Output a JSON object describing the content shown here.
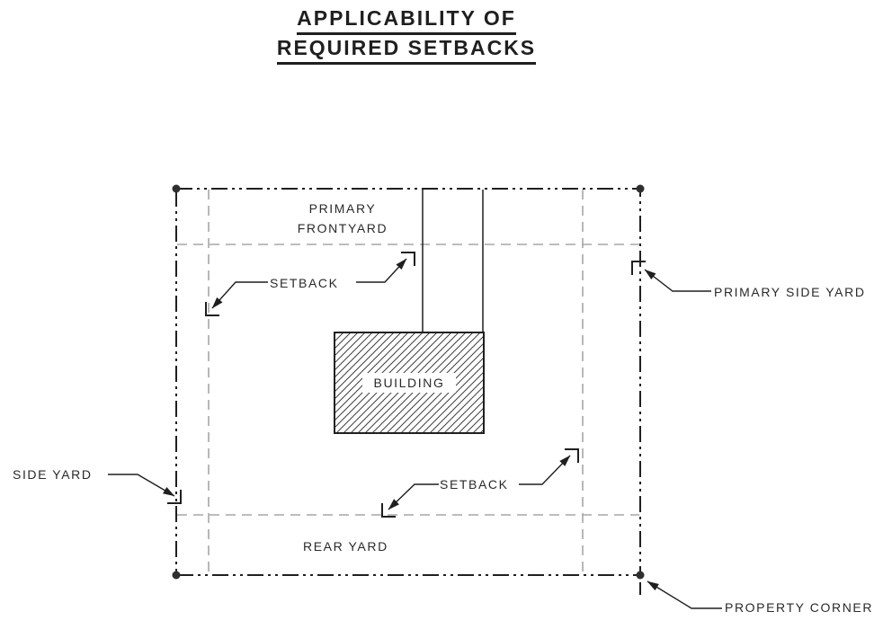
{
  "title": {
    "line1": "APPLICABILITY OF",
    "line2": "REQUIRED SETBACKS"
  },
  "labels": {
    "primary_frontyard_line1": "PRIMARY",
    "primary_frontyard_line2": "FRONTYARD",
    "setback_front": "SETBACK",
    "primary_side_yard": "PRIMARY SIDE YARD",
    "side_yard": "SIDE YARD",
    "setback_rear": "SETBACK",
    "rear_yard": "REAR YARD",
    "building": "BUILDING",
    "property_corner": "PROPERTY CORNER"
  },
  "colors": {
    "ink": "#1f1f1f",
    "setback_dashed_line": "#a6a6a6",
    "background": "#ffffff"
  }
}
